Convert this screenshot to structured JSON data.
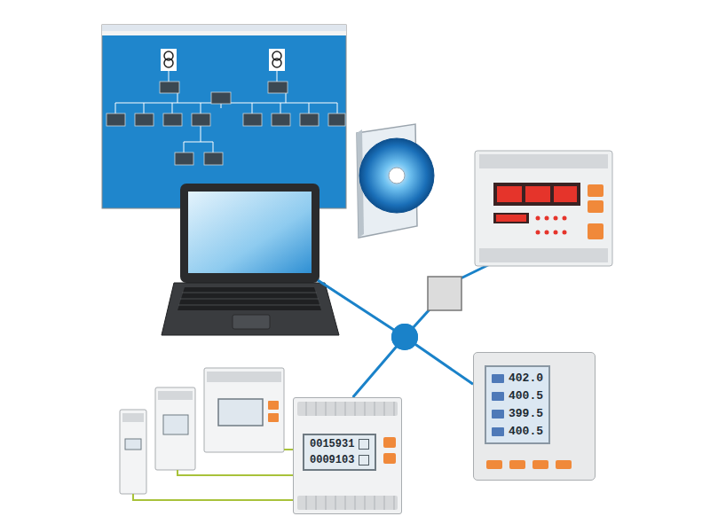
{
  "diagram": {
    "nodes": [
      {
        "text": [
          "0015931",
          "0009103"
        ]
      },
      {
        "text": [
          "402.0",
          "400.5",
          "399.5",
          "400.5"
        ]
      }
    ],
    "edges": [
      {
        "from": 0,
        "to": 1,
        "arrow": "none"
      }
    ]
  }
}
